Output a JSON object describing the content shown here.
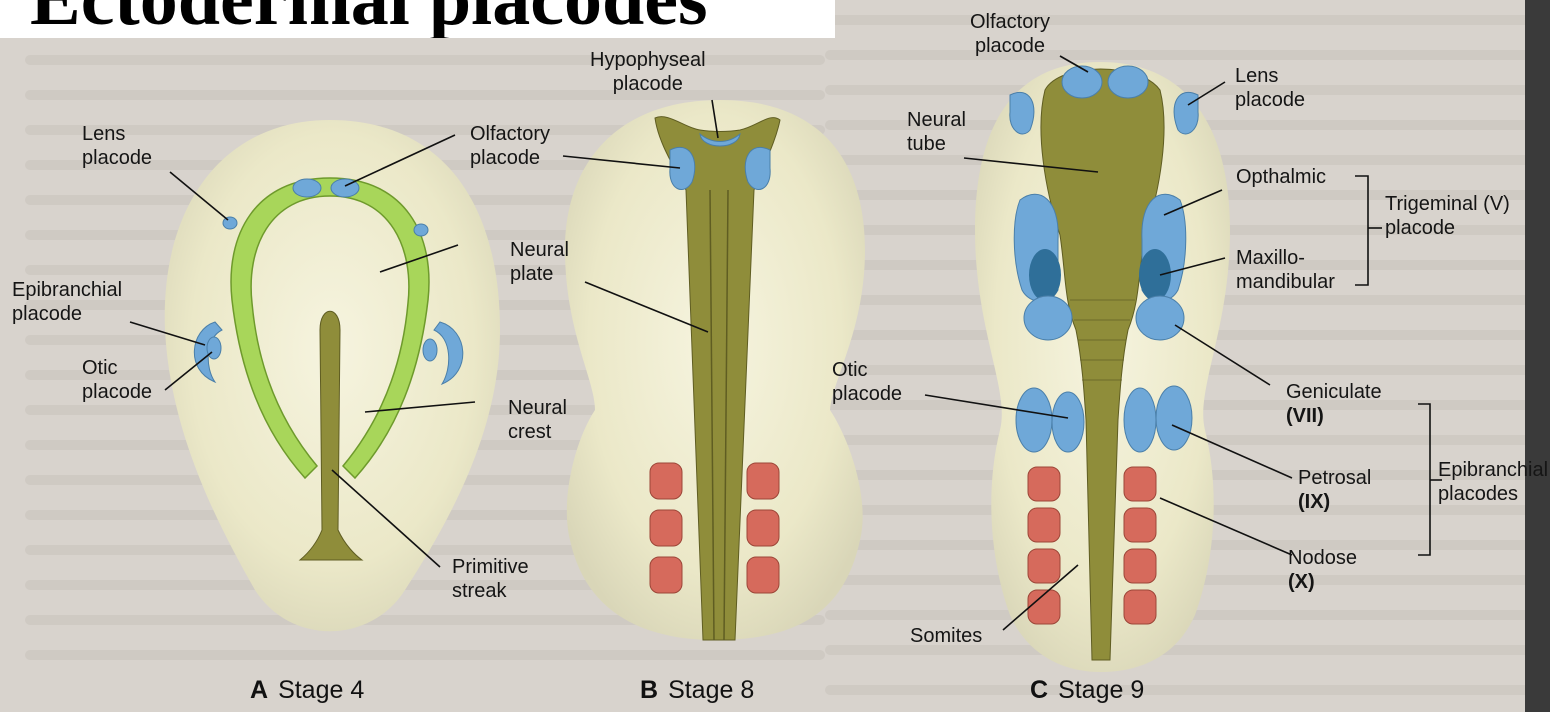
{
  "title": "Ectodermal placodes",
  "panels": [
    {
      "letter": "A",
      "stage": "Stage 4"
    },
    {
      "letter": "B",
      "stage": "Stage 8"
    },
    {
      "letter": "C",
      "stage": "Stage 9"
    }
  ],
  "labels_a": {
    "lens": [
      "Lens",
      "placode"
    ],
    "olfactory": [
      "Olfactory",
      "placode"
    ],
    "neural_plate": [
      "Neural",
      "plate"
    ],
    "epibranchial": [
      "Epibranchial",
      "placode"
    ],
    "otic": [
      "Otic",
      "placode"
    ],
    "neural_crest": [
      "Neural",
      "crest"
    ],
    "primitive_streak": [
      "Primitive",
      "streak"
    ]
  },
  "labels_b": {
    "hypophyseal": [
      "Hypophyseal",
      "placode"
    ]
  },
  "labels_c": {
    "olfactory": [
      "Olfactory",
      "placode"
    ],
    "lens": [
      "Lens",
      "placode"
    ],
    "neural_tube": [
      "Neural",
      "tube"
    ],
    "opthalmic": "Opthalmic",
    "maxillo": [
      "Maxillo-",
      "mandibular"
    ],
    "trigeminal": [
      "Trigeminal (V)",
      "placode"
    ],
    "otic": [
      "Otic",
      "placode"
    ],
    "geniculate": [
      "Geniculate",
      "(VII)"
    ],
    "petrosal": [
      "Petrosal",
      "(IX)"
    ],
    "nodose": [
      "Nodose",
      "(X)"
    ],
    "epibranchial": [
      "Epibranchial",
      "placodes"
    ],
    "somites": "Somites"
  },
  "colors": {
    "background_page": "#d8d3cd",
    "embryo": "#ece9c9",
    "neural_tissue": "#8f8d3a",
    "placode": "#6fa8d8",
    "placode_dark": "#2f6f99",
    "neural_crest": "#a8d65a",
    "somite": "#d66a5c"
  }
}
